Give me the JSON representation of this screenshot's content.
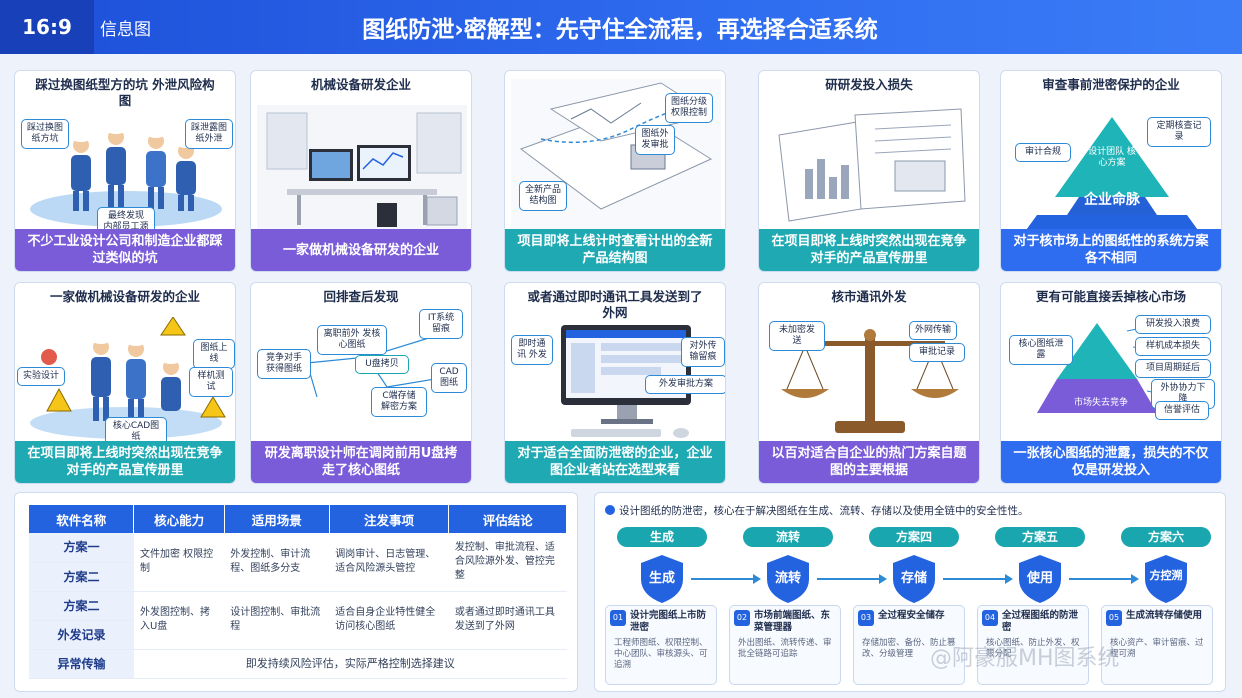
{
  "header": {
    "ratio": "16:9",
    "type": "信息图",
    "title": "图纸防泄›密解型：先守住全流程，再选择合适系统"
  },
  "colors": {
    "primary": "#2463e0",
    "purple": "#7a5bd8",
    "teal": "#1fa9b2"
  },
  "cards_row1": [
    {
      "title": "踩过换图纸型方的坑 外泄风险构图",
      "labels": [
        "踩过换图 纸方坑",
        "踩泄露图 纸外泄",
        "最终发现 内部员工源"
      ],
      "caption": "不少工业设计公司和制造企业都踩过类似的坑",
      "icon": "team-icon"
    },
    {
      "title": "机械设备研发企业",
      "labels": [],
      "caption": "一家做机械设备研发的企业",
      "icon": "office-icon"
    },
    {
      "title": "",
      "labels": [
        "图纸分级 权限控制",
        "图纸外 发审批",
        "全新产品 结构图"
      ],
      "caption": "项目即将上线计时查看计出的全新产品结构图",
      "icon": "blueprint-icon"
    },
    {
      "title": "研研发投入损失",
      "labels": [],
      "caption": "在项目即将上线时突然出现在竞争对手的产品宣传册里",
      "icon": "documents-icon"
    },
    {
      "title": "审查事前泄密保护的企业",
      "labels": [
        "定期核查记录",
        "审计合规",
        "设计团队 核心方案",
        "企业命脉"
      ],
      "caption": "对于核市场上的图纸性的系统方案各不相同",
      "icon": "pyramid-icon"
    }
  ],
  "cards_row2": [
    {
      "title": "一家做机械设备研发的企业",
      "labels": [
        "实验设计",
        "图纸上线",
        "样机测试",
        "核心CAD图纸"
      ],
      "caption": "在项目即将上线时突然出现在竞争对手的产品宣传册里",
      "icon": "workers-icon"
    },
    {
      "title": "回排查后发现",
      "labels": [
        "IT系统 留痕",
        "离职前外 发核心图纸",
        "竞争对手 获得图纸",
        "U盘拷贝",
        "CAD图纸",
        "C端存储 解密方案"
      ],
      "caption": "研发离职设计师在调岗前用U盘拷走了核心图纸",
      "icon": "network-icon"
    },
    {
      "title": "或者通过即时通讯工具发送到了外网",
      "labels": [
        "即时通讯 外发",
        "外发审批方案",
        "对外传输留痕"
      ],
      "caption": "对于适合全面防泄密的企业，企业图企业者站在选型来看",
      "icon": "computer-icon"
    },
    {
      "title": "核市通讯外发",
      "labels": [
        "外网传输",
        "未加密发送",
        "审批记录"
      ],
      "caption": "以百对适合自企业的热门方案自题图的主要根据",
      "icon": "scale-icon"
    },
    {
      "title": "更有可能直接丢掉核心市场",
      "labels": [
        "研发投入浪费",
        "样机成本损失",
        "项目周期延后",
        "外协协力下降",
        "信誉评估",
        "核心图纸泄露",
        "市场失去竞争"
      ],
      "caption": "一张核心图纸的泄露，损失的不仅仅是研发投入",
      "icon": "pyramid2-icon"
    }
  ],
  "table": {
    "headers": [
      "软件名称",
      "核心能力",
      "适用场景",
      "注发事项",
      "评估结论"
    ],
    "rows": [
      {
        "name": "方案一",
        "cells": [
          "文件加密 权限控制",
          "外发控制、审计流程、图纸多分支",
          "调岗审计、日志管理、适合风险源头管控",
          "发控制、审批流程、适合风险源外发、管控完整",
          ""
        ]
      },
      {
        "name": "方案二",
        "cells": [
          "",
          "",
          "",
          "",
          ""
        ]
      },
      {
        "name": "方案二",
        "cells": [
          "外发图控制、拷入U盘",
          "设计图控制、审批流程",
          "适合自身企业特性健全访问核心图纸",
          "或者通过即时通讯工具发送到了外网",
          ""
        ]
      },
      {
        "name": "外发记录",
        "cells": [
          "",
          "",
          "",
          "",
          ""
        ]
      },
      {
        "name": "异常传输",
        "merged": "即发持续风险评估，实际严格控制选择建议"
      }
    ]
  },
  "flow": {
    "intro": "设计图纸的防泄密，核心在于解决图纸在生成、流转、存储以及使用全链中的安全性性。",
    "stages": [
      {
        "tab": "生成",
        "shield": "生成",
        "num": "01",
        "box_title": "设计完图纸上市防泄密",
        "box_body": "工程师图纸、权限控制、中心团队、审核源头、可追溯"
      },
      {
        "tab": "流转",
        "shield": "流转",
        "num": "02",
        "box_title": "市场前端图纸、东菜管理器",
        "box_body": "外出图纸、流转传递、审批全链路可追踪"
      },
      {
        "tab": "方案四",
        "shield": "存储",
        "num": "03",
        "box_title": "全过程安全储存",
        "box_body": "存储加密、备份、防止篡改、分级管理"
      },
      {
        "tab": "方案五",
        "shield": "使用",
        "num": "04",
        "box_title": "全过程图纸的防泄密",
        "box_body": "核心图纸、防止外发、权限分配"
      },
      {
        "tab": "方案六",
        "shield": "方控溯",
        "num": "05",
        "box_title": "生成流转存储使用",
        "box_body": "核心资产、审计留痕、过程可溯"
      }
    ]
  },
  "watermark": "@阿豪服MH图系统"
}
